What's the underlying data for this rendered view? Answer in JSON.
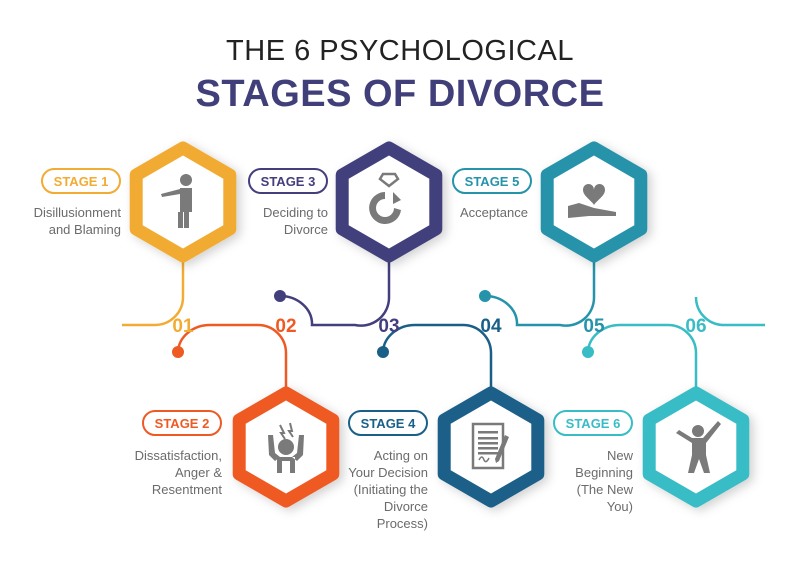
{
  "title": {
    "line1": "THE 6 PSYCHOLOGICAL",
    "line2": "STAGES OF DIVORCE"
  },
  "stages": [
    {
      "number": "01",
      "label": "STAGE 1",
      "description": [
        "Disillusionment",
        "and Blaming"
      ],
      "color": "#f2ab33",
      "icon": "pointing-person-icon"
    },
    {
      "number": "02",
      "label": "STAGE 2",
      "description": [
        "Dissatisfaction,",
        "Anger &",
        "Resentment"
      ],
      "color": "#ee5a24",
      "icon": "angry-person-icon"
    },
    {
      "number": "03",
      "label": "STAGE 3",
      "description": [
        "Deciding to",
        "Divorce"
      ],
      "color": "#433f7c",
      "icon": "broken-ring-icon"
    },
    {
      "number": "04",
      "label": "STAGE 4",
      "description": [
        "Acting on",
        "Your Decision",
        "(Initiating the",
        "Divorce",
        "Process)"
      ],
      "color": "#1a5f88",
      "icon": "signed-document-icon"
    },
    {
      "number": "05",
      "label": "STAGE 5",
      "description": [
        "Acceptance"
      ],
      "color": "#2593aa",
      "icon": "heart-in-hand-icon"
    },
    {
      "number": "06",
      "label": "STAGE 6",
      "description": [
        "New",
        "Beginning",
        "(The New",
        "You)"
      ],
      "color": "#38bcc5",
      "icon": "jumping-person-icon"
    }
  ]
}
